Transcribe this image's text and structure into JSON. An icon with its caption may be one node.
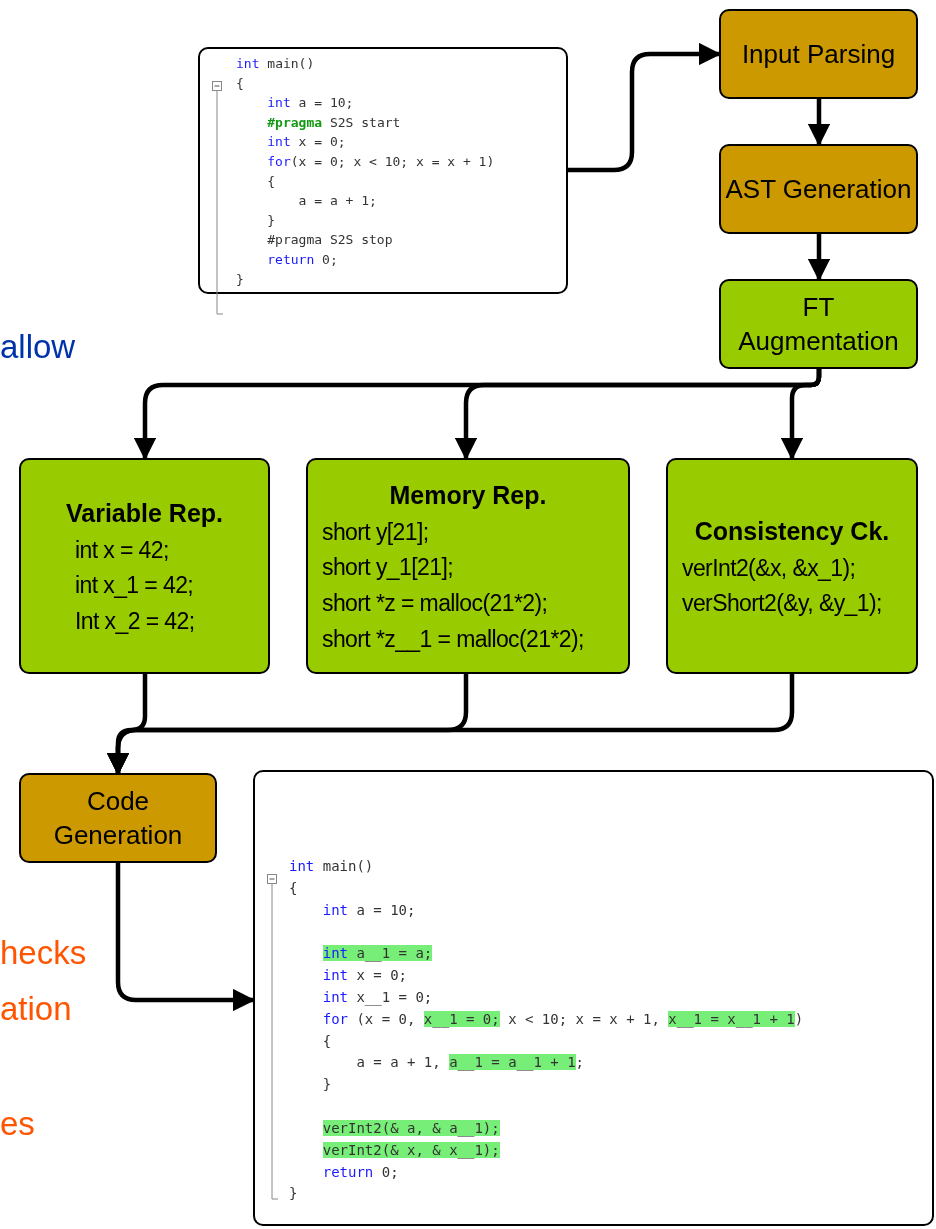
{
  "diagram": {
    "nodes": [
      {
        "text": [
          "int main()",
          "{",
          "int a = 10;",
          "#pragma S2S start",
          "int x = 0;",
          "for(x = 0; x < 10; x = x + 1)",
          "{",
          "a = a + 1;",
          "}",
          "#pragma S2S stop",
          "return 0;",
          "}"
        ]
      },
      {
        "text": [
          "Input Parsing"
        ]
      },
      {
        "text": [
          "AST Generation"
        ]
      },
      {
        "text": [
          "FT Augmentation"
        ]
      },
      {
        "text": [
          "Variable Rep.",
          "int x = 42;",
          "int x_1 = 42;",
          "Int x_2 = 42;"
        ]
      },
      {
        "text": [
          "Memory Rep.",
          "short y[21];",
          "short y_1[21];",
          "short *z = malloc(21*2);",
          "short *z__1 = malloc(21*2);"
        ]
      },
      {
        "text": [
          "Consistency Ck.",
          "verInt2(&x, &x_1);",
          "verShort2(&y, &y_1);"
        ]
      },
      {
        "text": [
          "Code Generation"
        ]
      },
      {
        "text": [
          "int main()",
          "{",
          "int a = 10;",
          "int a__1 = a;",
          "int x = 0;",
          "int x__1 = 0;",
          "for (x = 0, x__1 = 0; x < 10; x = x + 1, x__1 = x__1 + 1)",
          "{",
          "a = a + 1, a__1 = a__1 + 1;",
          "}",
          "verInt2(& a, & a__1);",
          "verInt2(& x, & x__1);",
          "return 0;",
          "}"
        ]
      }
    ],
    "edges": [
      {
        "from": 0,
        "to": 1,
        "arrow": "to"
      },
      {
        "from": 1,
        "to": 2,
        "arrow": "to"
      },
      {
        "from": 2,
        "to": 3,
        "arrow": "to"
      },
      {
        "from": 3,
        "to": 4,
        "arrow": "to"
      },
      {
        "from": 3,
        "to": 5,
        "arrow": "to"
      },
      {
        "from": 3,
        "to": 6,
        "arrow": "to"
      },
      {
        "from": 4,
        "to": 7,
        "arrow": "to"
      },
      {
        "from": 5,
        "to": 7,
        "arrow": "to"
      },
      {
        "from": 6,
        "to": 7,
        "arrow": "to"
      },
      {
        "from": 7,
        "to": 8,
        "arrow": "to"
      }
    ],
    "labels": [
      "allow",
      "hecks",
      "ation",
      "es"
    ]
  }
}
